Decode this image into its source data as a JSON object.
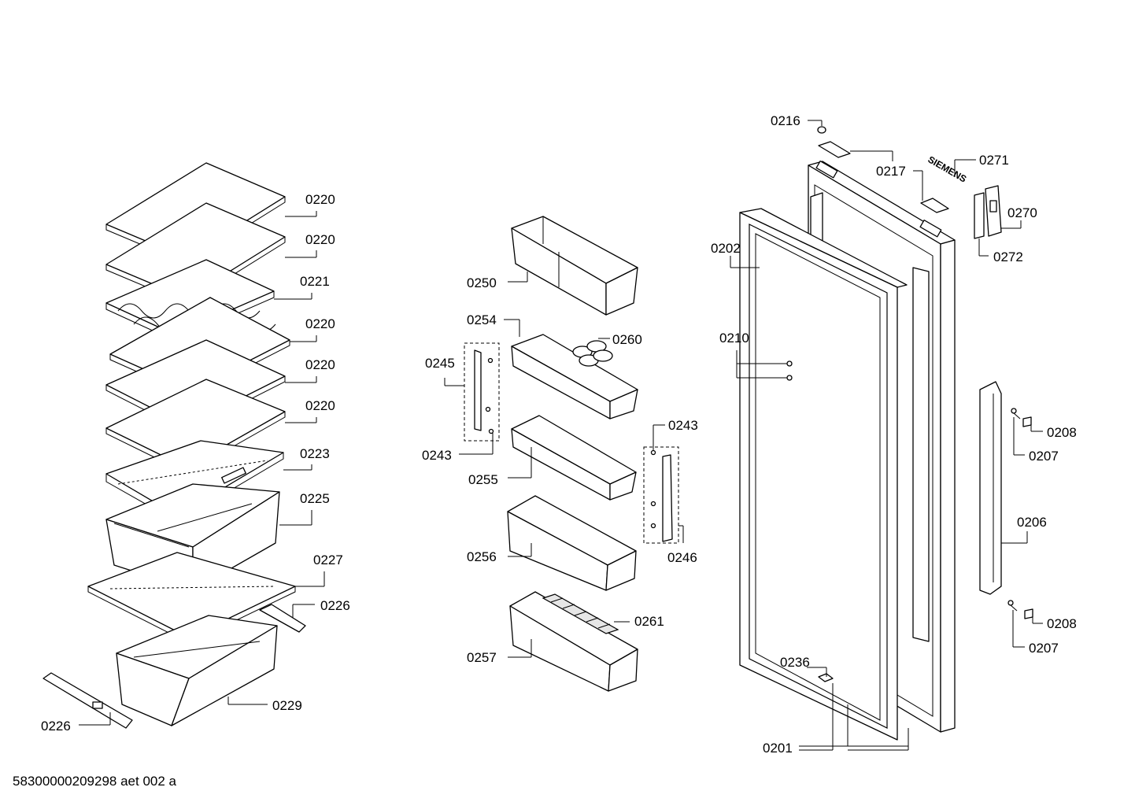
{
  "labels": {
    "l0220a": "0220",
    "l0220b": "0220",
    "l0221": "0221",
    "l0220c": "0220",
    "l0220d": "0220",
    "l0220e": "0220",
    "l0223": "0223",
    "l0225": "0225",
    "l0227": "0227",
    "l0226a": "0226",
    "l0229": "0229",
    "l0226b": "0226",
    "l0250": "0250",
    "l0254": "0254",
    "l0260": "0260",
    "l0245": "0245",
    "l0243a": "0243",
    "l0243b": "0243",
    "l0255": "0255",
    "l0246": "0246",
    "l0256": "0256",
    "l0261": "0261",
    "l0257": "0257",
    "l0216": "0216",
    "l0217": "0217",
    "l0271": "0271",
    "l0270": "0270",
    "l0272": "0272",
    "l0202": "0202",
    "l0210": "0210",
    "l0208a": "0208",
    "l0207a": "0207",
    "l0206": "0206",
    "l0208b": "0208",
    "l0207b": "0207",
    "l0236": "0236",
    "l0201": "0201"
  },
  "brand": "SIEMENS",
  "footer": "58300000209298 aet 002 a"
}
